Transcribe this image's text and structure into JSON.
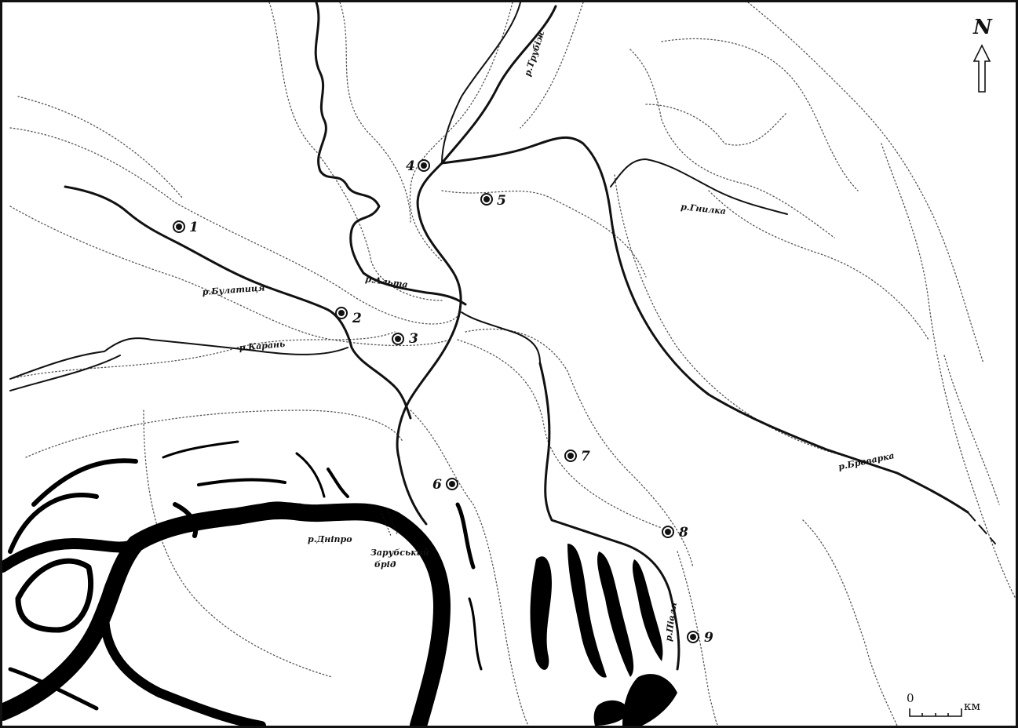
{
  "map": {
    "north": "N",
    "scale": {
      "zero": "0",
      "unit": "км"
    },
    "rivers": {
      "trubizh": "р.Трубіж",
      "hnylka": "р.Гнилка",
      "alta": "р.Альта",
      "bulatytsia": "р.Булатиця",
      "karan": "р.Карань",
      "brovarka": "р.Броварка",
      "dnipro": "р.Дніпро",
      "pivlia": "р.Півля"
    },
    "ford": {
      "line1": "Зарубський",
      "line2": "брід"
    },
    "sites": [
      {
        "number": "1"
      },
      {
        "number": "2"
      },
      {
        "number": "3"
      },
      {
        "number": "4"
      },
      {
        "number": "5"
      },
      {
        "number": "6"
      },
      {
        "number": "7"
      },
      {
        "number": "8"
      },
      {
        "number": "9"
      }
    ]
  }
}
